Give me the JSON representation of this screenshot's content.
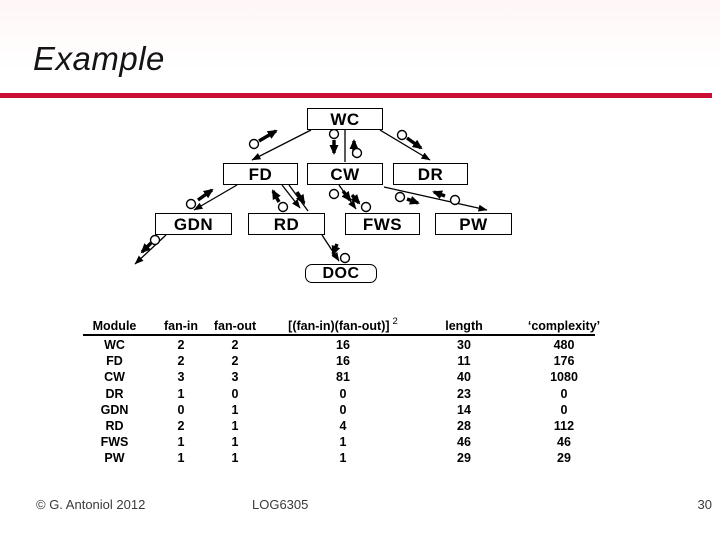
{
  "slide": {
    "title": "Example",
    "accent_color": "#CC0E35"
  },
  "diagram": {
    "nodes": [
      {
        "id": "wc",
        "label": "WC"
      },
      {
        "id": "fd",
        "label": "FD"
      },
      {
        "id": "cw",
        "label": "CW"
      },
      {
        "id": "dr",
        "label": "DR"
      },
      {
        "id": "gdn",
        "label": "GDN"
      },
      {
        "id": "rd",
        "label": "RD"
      },
      {
        "id": "fws",
        "label": "FWS"
      },
      {
        "id": "pw",
        "label": "PW"
      },
      {
        "id": "doc",
        "label": "DOC"
      }
    ],
    "edges": [
      {
        "from": "WC",
        "to": "FD"
      },
      {
        "from": "WC",
        "to": "CW"
      },
      {
        "from": "WC",
        "to": "DR"
      },
      {
        "from": "FD",
        "to": "GDN"
      },
      {
        "from": "FD",
        "to": "RD"
      },
      {
        "from": "CW",
        "to": "FWS"
      },
      {
        "from": "CW",
        "to": "PW"
      },
      {
        "from": "RD",
        "to": "DOC"
      }
    ]
  },
  "table": {
    "headers": [
      "Module",
      "fan-in",
      "fan-out",
      "[(fan-in)(fan-out)]",
      "length",
      "‘complexity’"
    ],
    "exponent": "2",
    "rows": [
      [
        "WC",
        "2",
        "2",
        "16",
        "30",
        "480"
      ],
      [
        "FD",
        "2",
        "2",
        "16",
        "11",
        "176"
      ],
      [
        "CW",
        "3",
        "3",
        "81",
        "40",
        "1080"
      ],
      [
        "DR",
        "1",
        "0",
        "0",
        "23",
        "0"
      ],
      [
        "GDN",
        "0",
        "1",
        "0",
        "14",
        "0"
      ],
      [
        "RD",
        "2",
        "1",
        "4",
        "28",
        "112"
      ],
      [
        "FWS",
        "1",
        "1",
        "1",
        "46",
        "46"
      ],
      [
        "PW",
        "1",
        "1",
        "1",
        "29",
        "29"
      ]
    ]
  },
  "footer": {
    "copyright": "© G. Antoniol 2012",
    "course": "LOG6305",
    "page": "30"
  }
}
